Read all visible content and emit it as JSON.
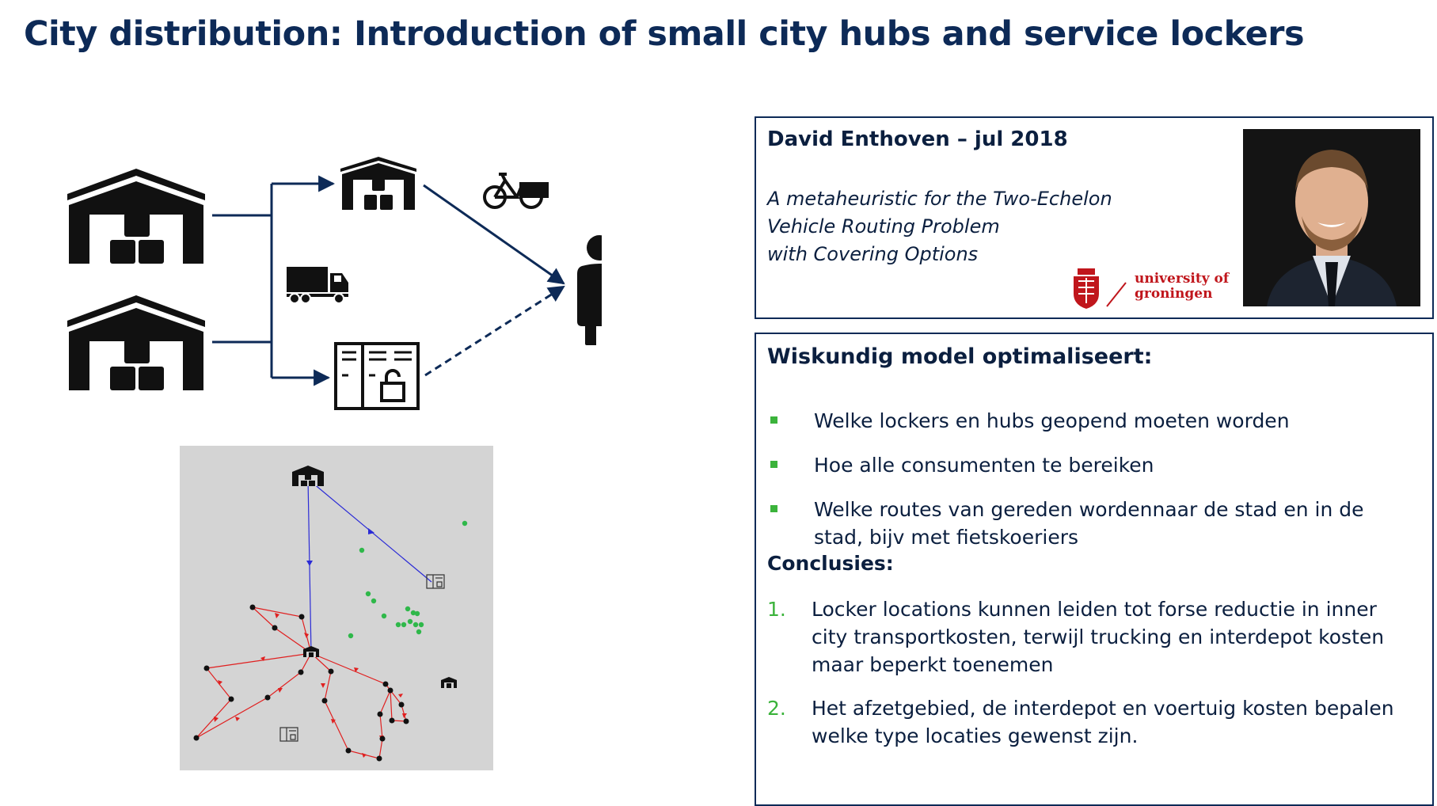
{
  "slide": {
    "title": "City distribution: Introduction of small city hubs and service lockers"
  },
  "author_card": {
    "name": "David Enthoven – jul 2018",
    "thesis_lines": [
      "A metaheuristic for the Two-Echelon",
      "Vehicle Routing Problem",
      "with Covering Options"
    ],
    "logo_lines": [
      "university of",
      "groningen"
    ]
  },
  "model_card": {
    "heading": "Wiskundig model optimaliseert:",
    "bullets": [
      "Welke lockers en hubs geopend moeten worden",
      "Hoe alle consumenten te bereiken",
      "Welke routes van gereden wordennaar de stad en in de stad, bijv met fietskoeriers"
    ],
    "conclusions_heading": "Conclusies:",
    "conclusions": [
      {
        "num": "1.",
        "text": "Locker locations kunnen leiden tot forse reductie in inner city transportkosten, terwijl trucking en interdepot kosten maar beperkt toenemen"
      },
      {
        "num": "2.",
        "text": "Het afzetgebied, de interdepot en voertuig kosten bepalen welke type locaties gewenst zijn."
      }
    ]
  },
  "colors": {
    "title": "#0d2a57",
    "bullet_accent": "#3bb33b",
    "route_red": "#e02020",
    "route_blue": "#2b2bd6",
    "customer_green": "#2fb84a",
    "logo_red": "#c0161c"
  },
  "icons": [
    "warehouse-icon",
    "small-hub-icon",
    "cargo-bike-icon",
    "truck-icon",
    "locker-icon",
    "person-icon"
  ]
}
